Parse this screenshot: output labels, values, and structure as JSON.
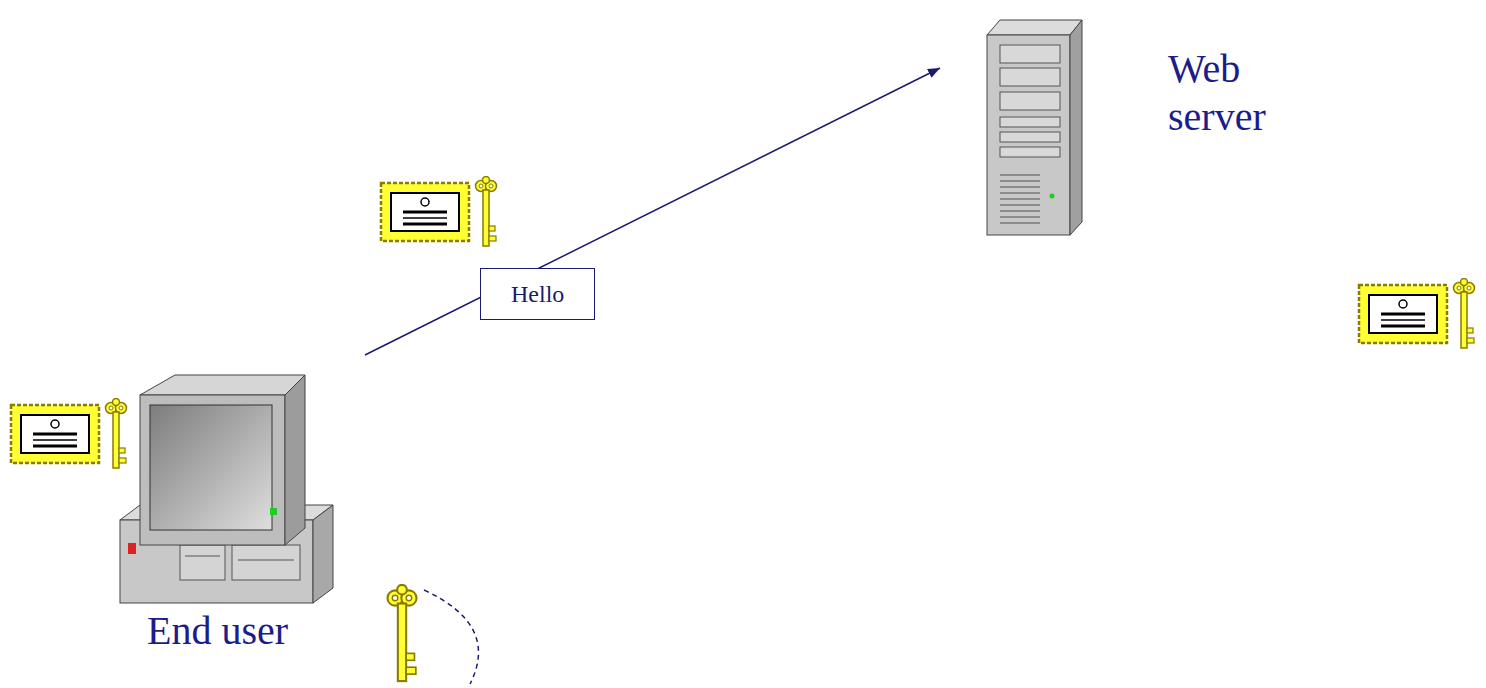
{
  "diagram": {
    "nodes": [
      {
        "text": [
          "Web server"
        ]
      },
      {
        "text": [
          "End user"
        ]
      }
    ],
    "edges": [
      {
        "from": 1,
        "to": 0,
        "arrow": "to",
        "label": "Hello"
      }
    ]
  }
}
